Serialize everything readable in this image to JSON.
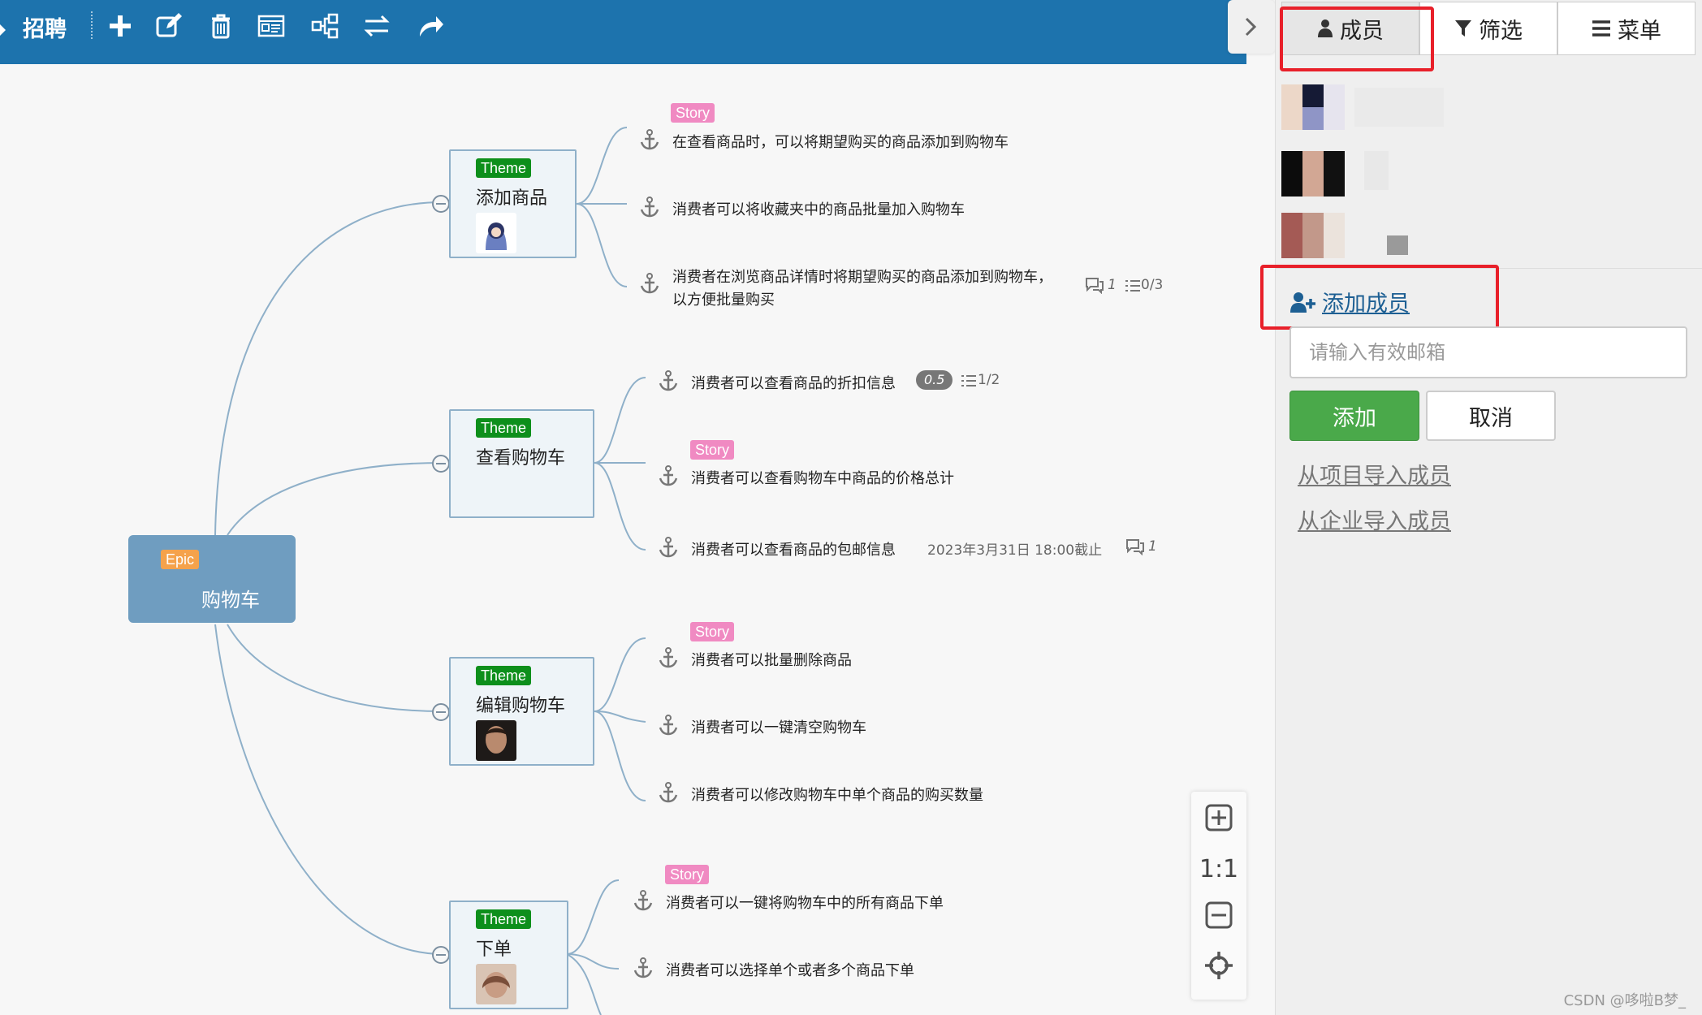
{
  "toolbar": {
    "title": "招聘",
    "icons": [
      "plus-icon",
      "edit-icon",
      "trash-icon",
      "card-icon",
      "hierarchy-icon",
      "swap-icon",
      "redo-icon"
    ]
  },
  "mindmap": {
    "epic": {
      "badge": "Epic",
      "label": "购物车"
    },
    "themes": [
      {
        "badge": "Theme",
        "label": "添加商品",
        "stories": [
          {
            "badge": "Story",
            "text": "在查看商品时，可以将期望购买的商品添加到购物车"
          },
          {
            "text": "消费者可以将收藏夹中的商品批量加入购物车"
          },
          {
            "text_line1": "消费者在浏览商品详情时将期望购买的商品添加到购物车，",
            "text_line2": "以方便批量购买",
            "comments": "1",
            "tasks": "0/3"
          }
        ]
      },
      {
        "badge": "Theme",
        "label": "查看购物车",
        "stories": [
          {
            "text": "消费者可以查看商品的折扣信息",
            "points": "0.5",
            "tasks": "1/2"
          },
          {
            "badge": "Story",
            "text": "消费者可以查看购物车中商品的价格总计"
          },
          {
            "text": "消费者可以查看商品的包邮信息",
            "deadline": "2023年3月31日 18:00截止",
            "comments": "1"
          }
        ]
      },
      {
        "badge": "Theme",
        "label": "编辑购物车",
        "stories": [
          {
            "badge": "Story",
            "text": "消费者可以批量删除商品"
          },
          {
            "text": "消费者可以一键清空购物车"
          },
          {
            "text": "消费者可以修改购物车中单个商品的购买数量"
          }
        ]
      },
      {
        "badge": "Theme",
        "label": "下单",
        "stories": [
          {
            "badge": "Story",
            "text": "消费者可以一键将购物车中的所有商品下单"
          },
          {
            "text": "消费者可以选择单个或者多个商品下单"
          }
        ]
      }
    ]
  },
  "zoom": {
    "ratio": "1:1"
  },
  "panel": {
    "tabs": [
      {
        "label": "成员",
        "icon": "user-icon"
      },
      {
        "label": "筛选",
        "icon": "filter-icon"
      },
      {
        "label": "菜单",
        "icon": "menu-icon"
      }
    ],
    "add_member_label": "添加成员",
    "email_placeholder": "请输入有效邮箱",
    "add_button": "添加",
    "cancel_button": "取消",
    "import_project": "从项目导入成员",
    "import_enterprise": "从企业导入成员"
  },
  "watermark": "CSDN @哆啦B梦_",
  "colors": {
    "toolbar": "#1d73ad",
    "theme": "#0d8f1b",
    "story": "#f08ac2",
    "epic": "#6f9dc0",
    "highlight": "#e8202a",
    "add_button": "#4aa94a"
  }
}
